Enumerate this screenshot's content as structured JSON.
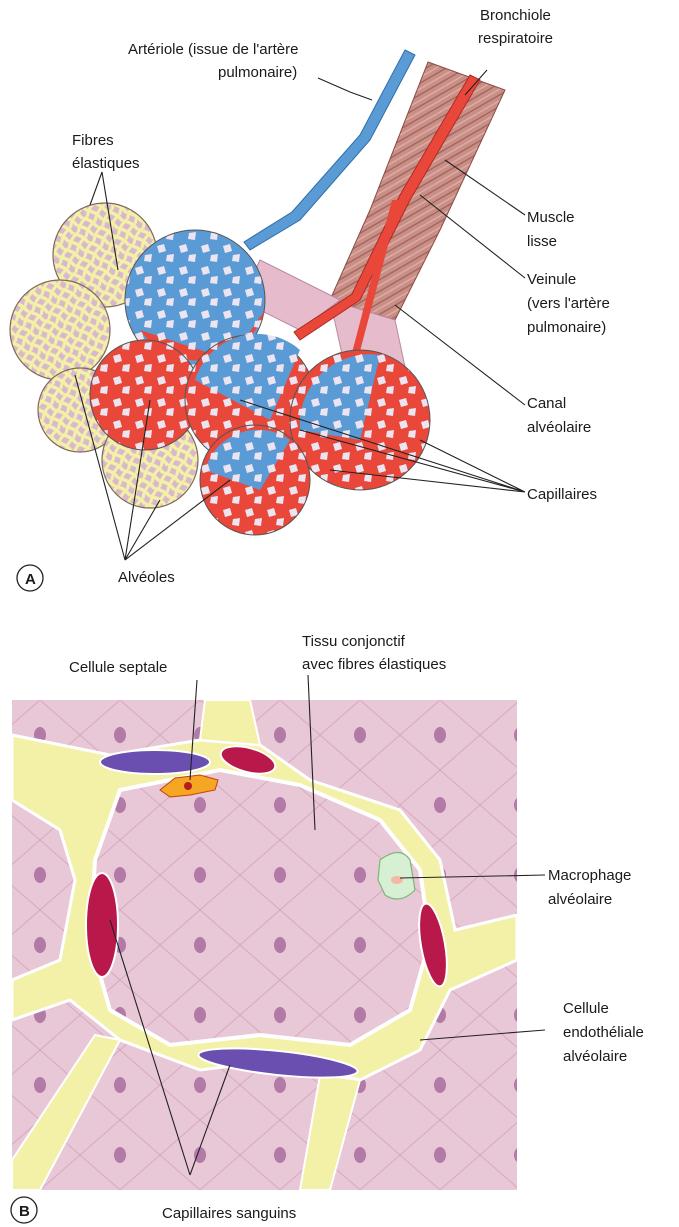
{
  "panel_a": {
    "letter": "A",
    "labels": {
      "arteriole_line1": "Artériole (issue de l'artère",
      "arteriole_line2": "pulmonaire)",
      "bronchiole_line1": "Bronchiole",
      "bronchiole_line2": "respiratoire",
      "fibres_line1": "Fibres",
      "fibres_line2": "élastiques",
      "muscle_line1": "Muscle",
      "muscle_line2": "lisse",
      "veinule_line1": "Veinule",
      "veinule_line2": "(vers l'artère",
      "veinule_line3": "pulmonaire)",
      "canal_line1": "Canal",
      "canal_line2": "alvéolaire",
      "capillaires": "Capillaires",
      "alveoles": "Alvéoles"
    }
  },
  "panel_b": {
    "letter": "B",
    "labels": {
      "septale": "Cellule septale",
      "tissu_line1": "Tissu conjonctif",
      "tissu_line2": "avec fibres élastiques",
      "macro_line1": "Macrophage",
      "macro_line2": "alvéolaire",
      "endo_line1": "Cellule",
      "endo_line2": "endothéliale",
      "endo_line3": "alvéolaire",
      "capsang": "Capillaires sanguins"
    }
  },
  "colors": {
    "artery_blue": "#5b9bd5",
    "vein_red": "#e8473a",
    "alveolus_pink": "#d9b8cc",
    "fibre_yellow": "#f3f0a8",
    "tissue_pink": "#e8c7d6",
    "nucleus_purple": "#b27aa6",
    "capillary_violet": "#6b4fb0",
    "capillary_crimson": "#b8184a",
    "macrophage_green": "#d7f0d3",
    "septal_orange": "#f5a623"
  }
}
